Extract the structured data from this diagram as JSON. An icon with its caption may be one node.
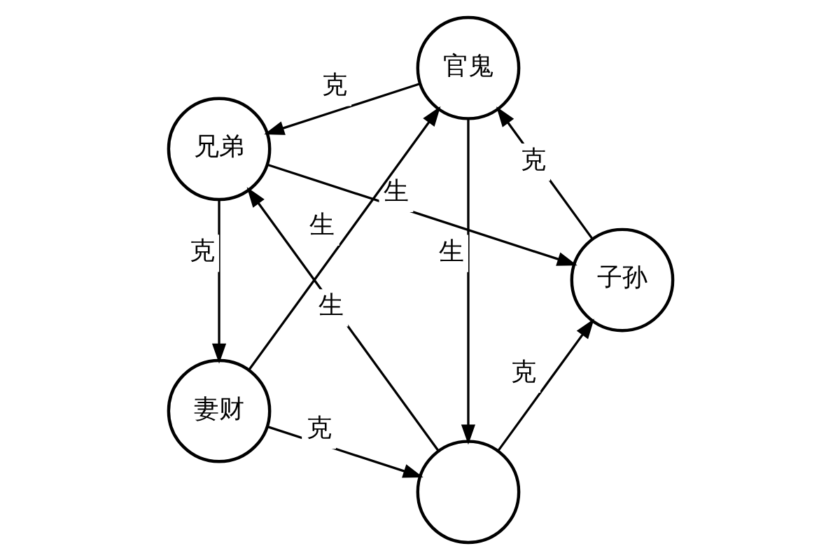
{
  "diagram": {
    "nodes": [
      {
        "text": [],
        "shape": "circle"
      },
      {
        "text": [
          "兄弟"
        ]
      },
      {
        "text": [
          "子孙"
        ]
      },
      {
        "text": [
          "妻财"
        ]
      },
      {
        "text": [
          "官鬼"
        ]
      }
    ],
    "edges": [
      {
        "from": 4,
        "to": 0,
        "arrow": "to",
        "label": "生"
      },
      {
        "from": 0,
        "to": 1,
        "arrow": "to",
        "label": "生"
      },
      {
        "from": 1,
        "to": 2,
        "arrow": "to",
        "label": "生"
      },
      {
        "from": 3,
        "to": 4,
        "arrow": "to",
        "label": "生"
      },
      {
        "from": 4,
        "to": 1,
        "arrow": "to",
        "label": "克"
      },
      {
        "from": 3,
        "to": 0,
        "arrow": "to",
        "label": "克"
      },
      {
        "from": 0,
        "to": 2,
        "arrow": "to",
        "label": "克"
      },
      {
        "from": 2,
        "to": 4,
        "arrow": "to",
        "label": "克"
      },
      {
        "from": 1,
        "to": 3,
        "arrow": "to",
        "label": "克"
      }
    ]
  }
}
